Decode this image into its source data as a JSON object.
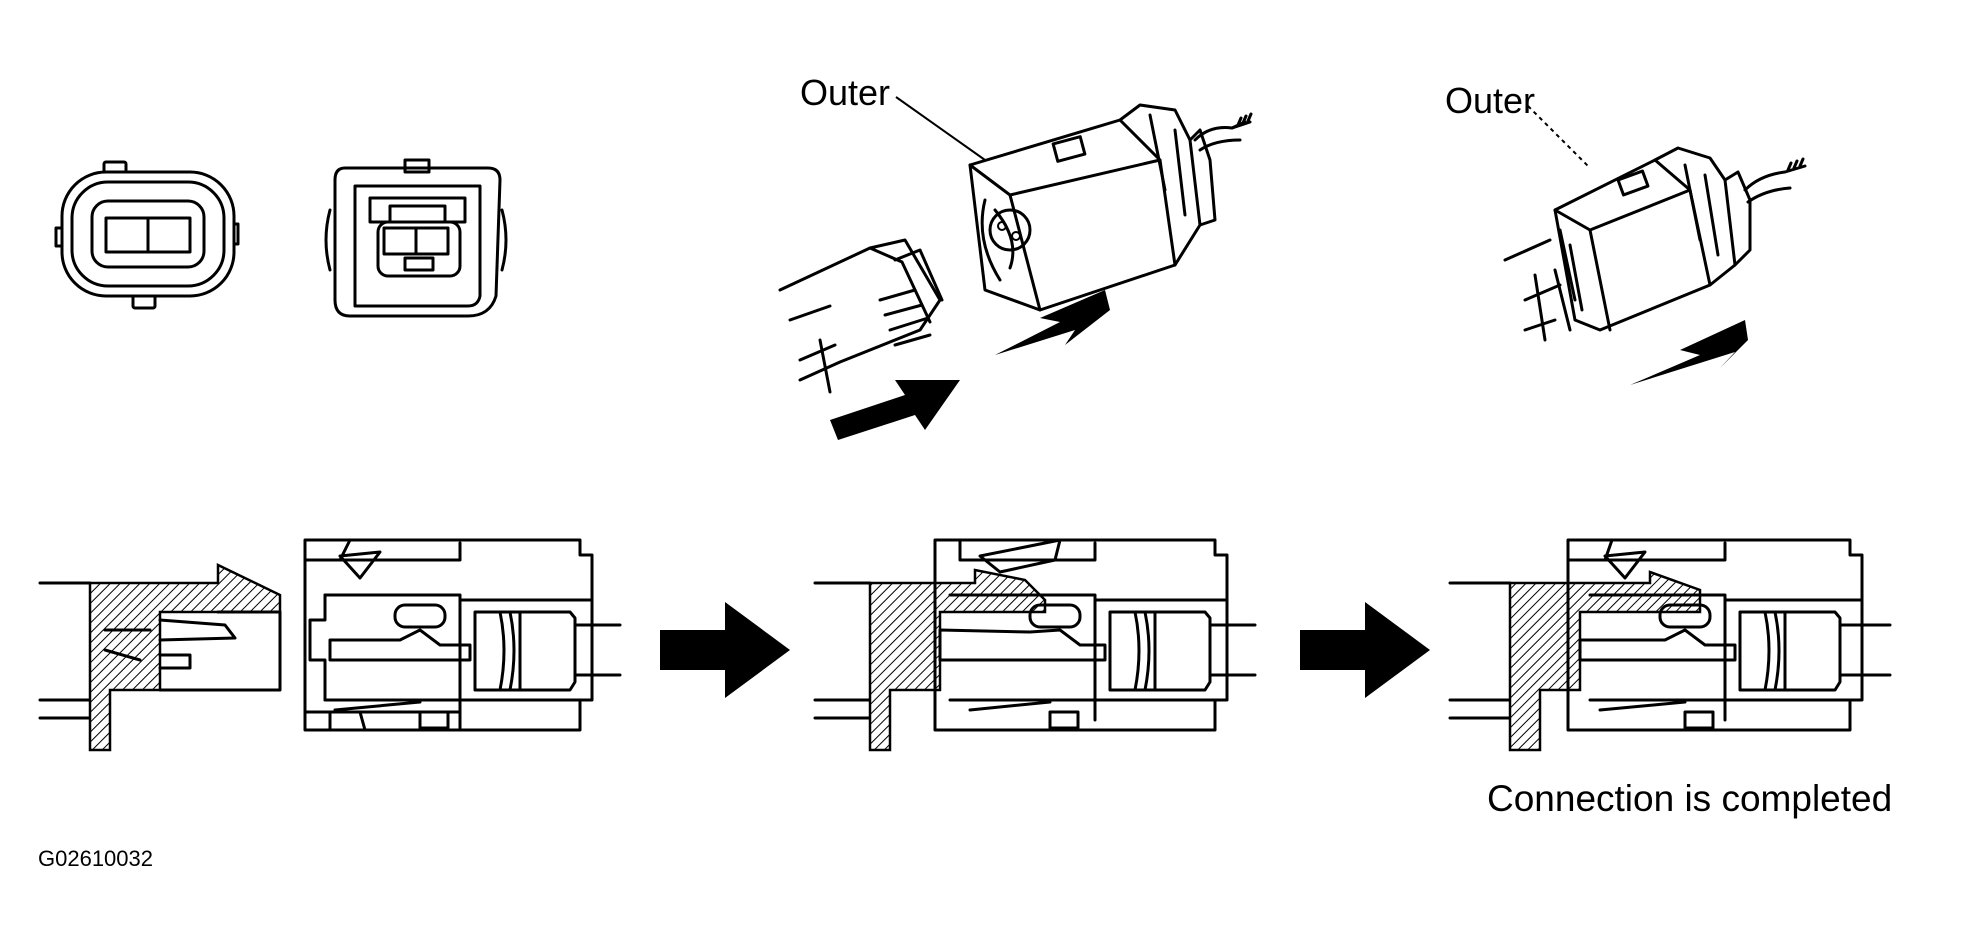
{
  "diagram": {
    "labels": {
      "outer_label_unmated": "Outer",
      "outer_label_mated": "Outer",
      "completion_caption": "Connection is completed",
      "figure_id": "G02610032"
    },
    "colors": {
      "ink": "#000000",
      "paper": "#ffffff"
    }
  }
}
